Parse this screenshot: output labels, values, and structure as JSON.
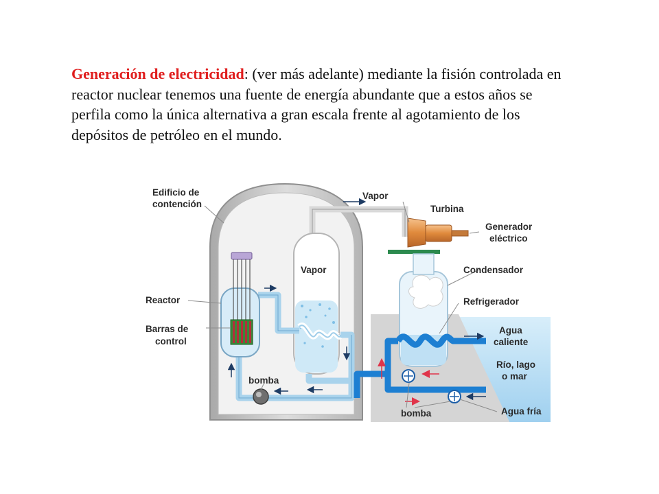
{
  "paragraph": {
    "lead": "Generación de electricidad",
    "body": ": (ver más adelante) mediante la fisión controlada en reactor nuclear tenemos una fuente de energía abundante que a estos años se perfila como la única alternativa a gran escala frente al agotamiento de los depósitos de petróleo en el mundo."
  },
  "diagram": {
    "labels": {
      "containment_1": "Edificio de",
      "containment_2": "contención",
      "steam_top": "Vapor",
      "turbine": "Turbina",
      "generator_1": "Generador",
      "generator_2": "eléctrico",
      "steam_gen": "Vapor",
      "condenser": "Condensador",
      "reactor": "Reactor",
      "rods_1": "Barras de",
      "rods_2": "control",
      "cooler": "Refrigerador",
      "hot_water_1": "Agua",
      "hot_water_2": "caliente",
      "river_1": "Río, lago",
      "river_2": "o mar",
      "pump_left": "bomba",
      "pump_bottom": "bomba",
      "cold_water": "Agua fría"
    },
    "colors": {
      "primary_loop": "#a9d3ec",
      "cooling_loop": "#1d7fd2",
      "arrow_red": "#e0344a",
      "dome": "#c9c9c9",
      "generator": "#e8a05a",
      "water": "#bfe2f6"
    }
  }
}
